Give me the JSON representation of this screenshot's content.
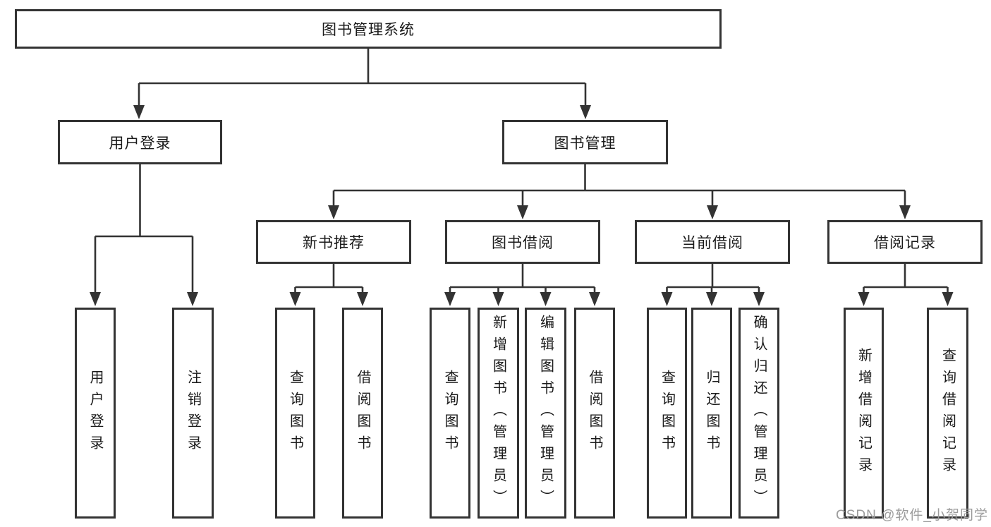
{
  "diagram": {
    "nodes": {
      "root": {
        "label": "图书管理系统"
      },
      "level1": [
        {
          "id": "user-login",
          "label": "用户登录"
        },
        {
          "id": "book-management",
          "label": "图书管理"
        }
      ],
      "level2": [
        {
          "id": "new-book-recommendation",
          "parent": "book-management",
          "label": "新书推荐"
        },
        {
          "id": "book-borrowing",
          "parent": "book-management",
          "label": "图书借阅"
        },
        {
          "id": "current-borrowing",
          "parent": "book-management",
          "label": "当前借阅"
        },
        {
          "id": "borrowing-records",
          "parent": "book-management",
          "label": "借阅记录"
        }
      ],
      "leaves": [
        {
          "parent": "user-login",
          "label": "用户登录"
        },
        {
          "parent": "user-login",
          "label": "注销登录"
        },
        {
          "parent": "new-book-recommendation",
          "label": "查询图书"
        },
        {
          "parent": "new-book-recommendation",
          "label": "借阅图书"
        },
        {
          "parent": "book-borrowing",
          "label": "查询图书"
        },
        {
          "parent": "book-borrowing",
          "label": "新增图书（管理员）"
        },
        {
          "parent": "book-borrowing",
          "label": "编辑图书（管理员）"
        },
        {
          "parent": "book-borrowing",
          "label": "借阅图书"
        },
        {
          "parent": "current-borrowing",
          "label": "查询图书"
        },
        {
          "parent": "current-borrowing",
          "label": "归还图书"
        },
        {
          "parent": "current-borrowing",
          "label": "确认归还（管理员）"
        },
        {
          "parent": "borrowing-records",
          "label": "新增借阅记录"
        },
        {
          "parent": "borrowing-records",
          "label": "查询借阅记录"
        }
      ]
    },
    "colors": {
      "line": "#333333",
      "box_border": "#333333",
      "text": "#1a1a1a",
      "watermark_text": "#9b9b9b",
      "background": "#ffffff"
    }
  },
  "watermark": {
    "text": "CSDN @软件_小贺同学"
  }
}
